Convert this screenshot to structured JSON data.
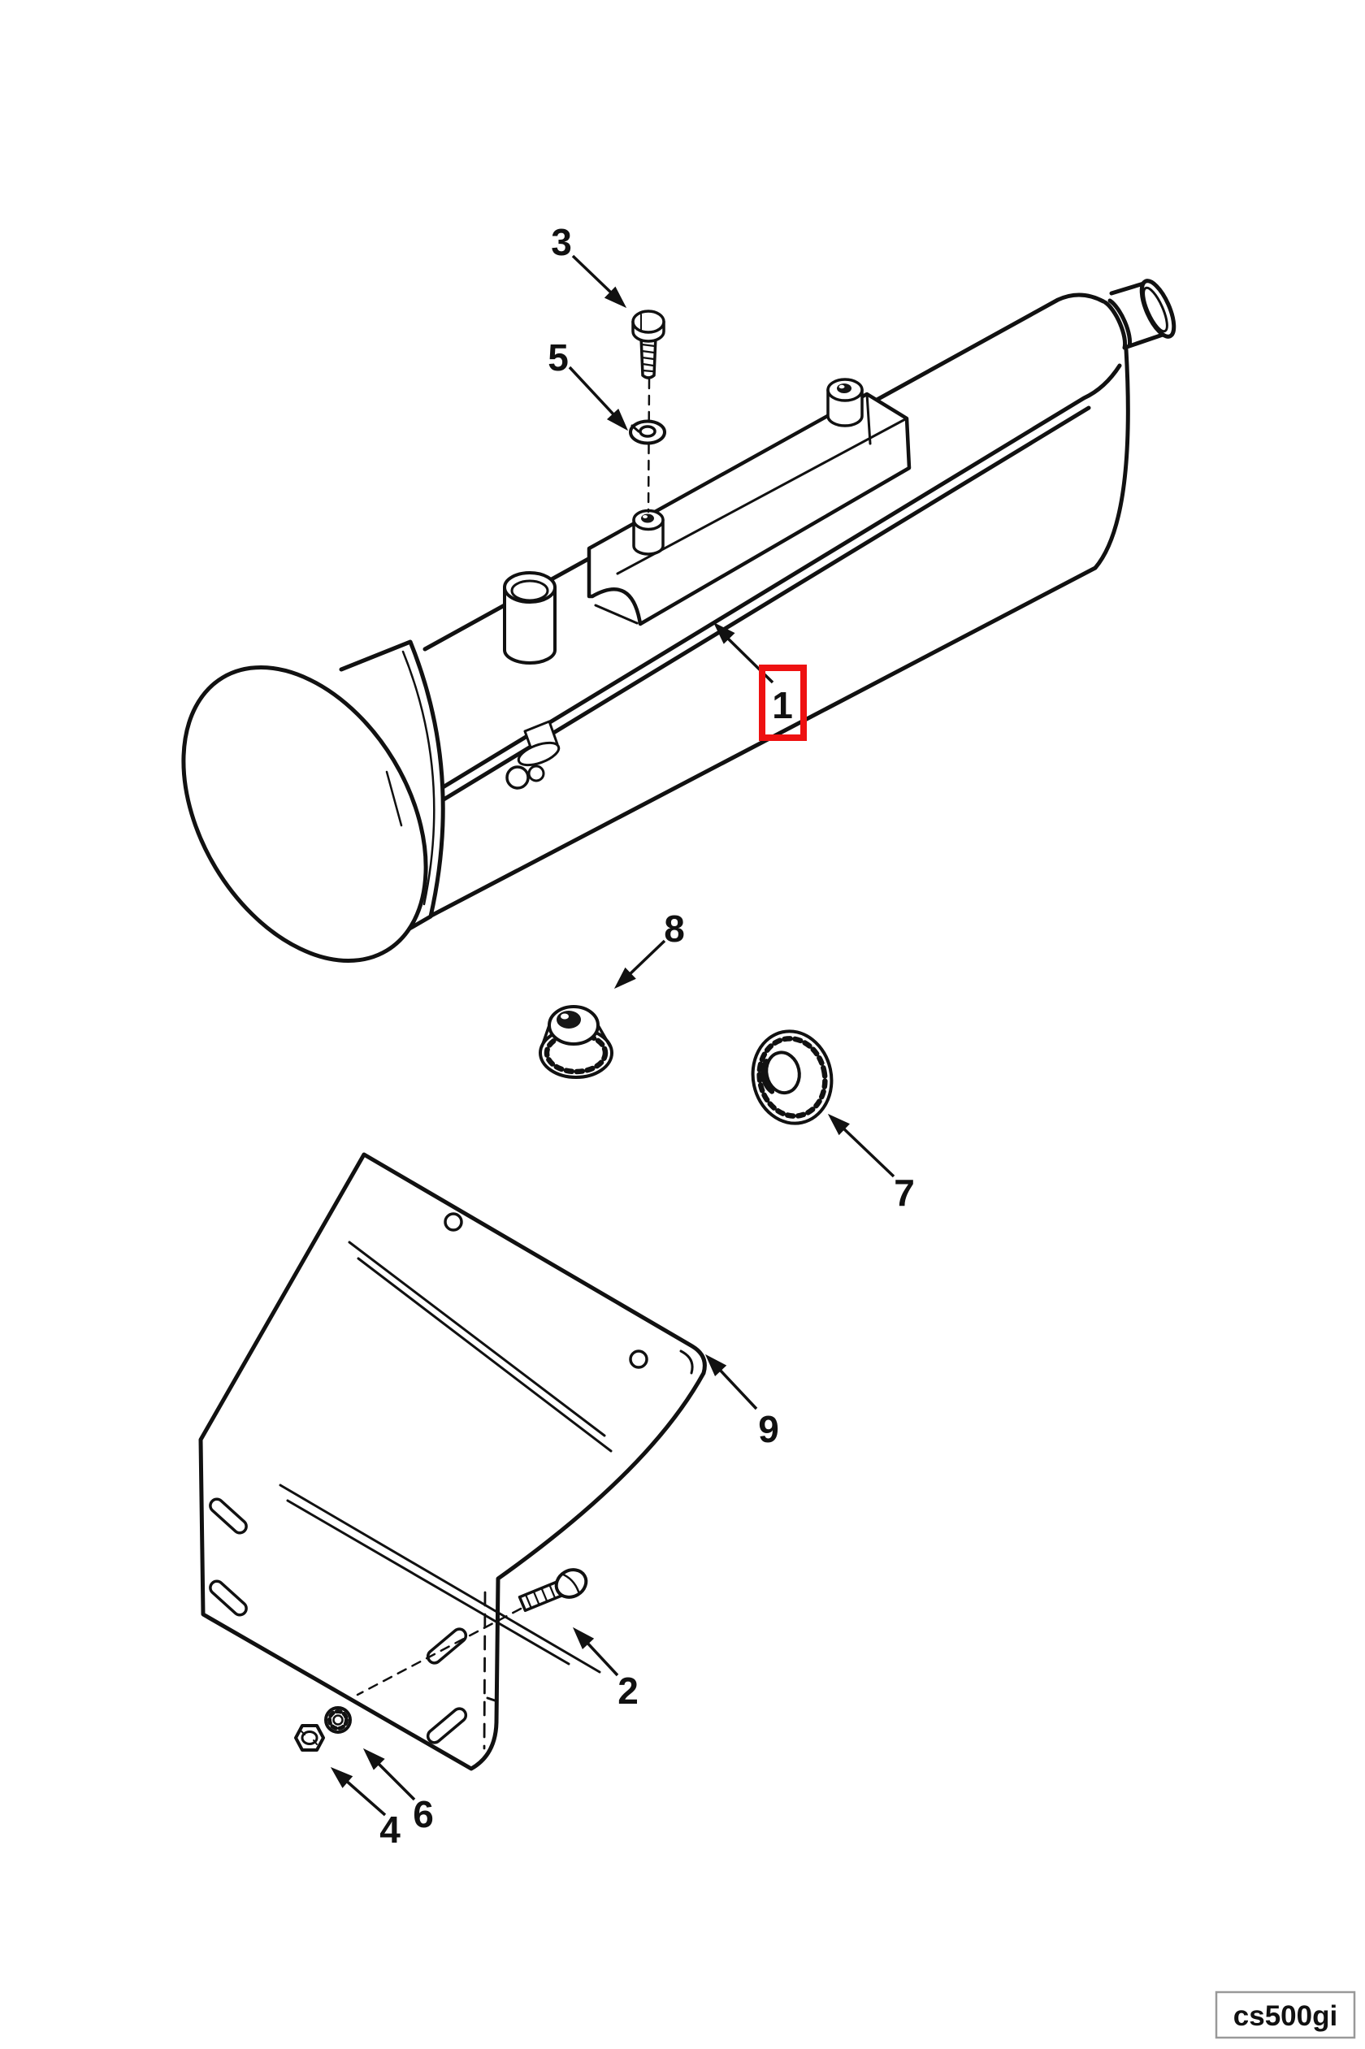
{
  "diagram": {
    "code": "cs500gi",
    "colors": {
      "line": "#111111",
      "highlight": "#ee1111",
      "background": "#ffffff",
      "caption_border": "#999999"
    },
    "callouts": [
      {
        "number": "1",
        "part": "silencer-assembly",
        "highlighted": true
      },
      {
        "number": "2",
        "part": "hex-bolt"
      },
      {
        "number": "3",
        "part": "hex-bolt"
      },
      {
        "number": "4",
        "part": "hex-nut"
      },
      {
        "number": "5",
        "part": "spring-washer"
      },
      {
        "number": "6",
        "part": "lock-washer"
      },
      {
        "number": "7",
        "part": "serrated-washer"
      },
      {
        "number": "8",
        "part": "flange-lock-nut"
      },
      {
        "number": "9",
        "part": "mounting-bracket"
      }
    ]
  }
}
